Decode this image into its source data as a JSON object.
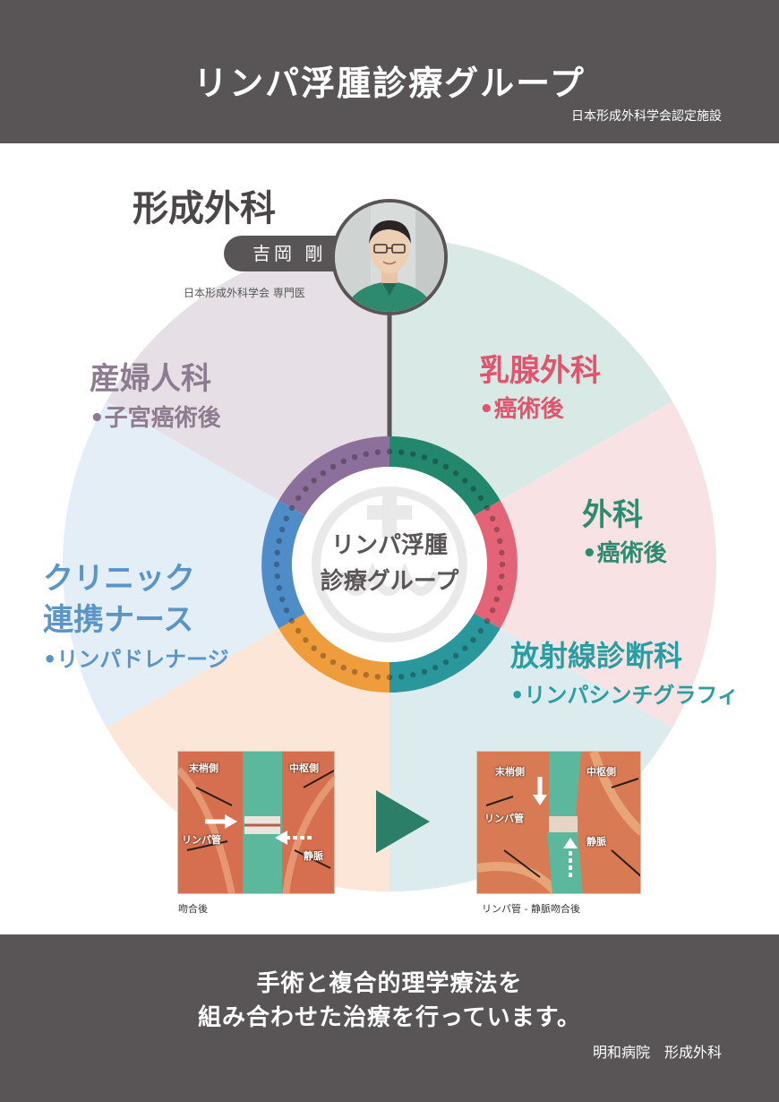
{
  "header": {
    "title": "リンパ浮腫診療グループ",
    "subtitle": "日本形成外科学会認定施設"
  },
  "lead": {
    "department": "形成外科",
    "doctor_name": "吉岡 剛",
    "doctor_cert": "日本形成外科学会 専門医"
  },
  "center": {
    "line1": "リンパ浮腫",
    "line2": "診療グループ"
  },
  "segments": [
    {
      "name": "産婦人科",
      "detail": "•子宮癌術後",
      "color": "#8d7c8f"
    },
    {
      "name": "乳腺外科",
      "detail": "•癌術後",
      "color": "#e0556d"
    },
    {
      "name": "外科",
      "detail": "•癌術後",
      "color": "#2b8c6f"
    },
    {
      "name": "放射線診断科",
      "detail": "•リンパシンチグラフィ",
      "color": "#2a9da2"
    },
    {
      "name_line1": "クリニック",
      "name_line2": "連携ナース",
      "detail": "•リンパドレナージ",
      "color": "#5a95c6"
    }
  ],
  "images": {
    "left": {
      "tag_peripheral": "末梢側",
      "tag_central": "中枢側",
      "tag_lymph": "リンパ管",
      "tag_vein": "静脈",
      "caption": "吻合後"
    },
    "right": {
      "tag_peripheral": "末梢側",
      "tag_central": "中枢側",
      "tag_lymph": "リンパ管",
      "tag_vein": "静脈",
      "caption": "リンパ管 - 静脈吻合後"
    }
  },
  "footer": {
    "message_line1": "手術と複合的理学療法を",
    "message_line2": "組み合わせた治療を行っています。",
    "hospital": "明和病院　形成外科"
  },
  "colors": {
    "header_bg": "#595556",
    "wedge_gyn": "#e6e0e6",
    "wedge_breast": "#d9e9e5",
    "wedge_surg": "#f9e2e4",
    "wedge_rad": "#dcecee",
    "wedge_surg_bottom": "#fbe6d8",
    "wedge_clinic": "#e3eef7",
    "ring_purple": "#8c6f9a",
    "ring_green": "#23876d",
    "ring_red": "#e36477",
    "ring_teal": "#2a979c",
    "ring_orange": "#ee9c3c",
    "ring_blue": "#4f8dc8"
  }
}
